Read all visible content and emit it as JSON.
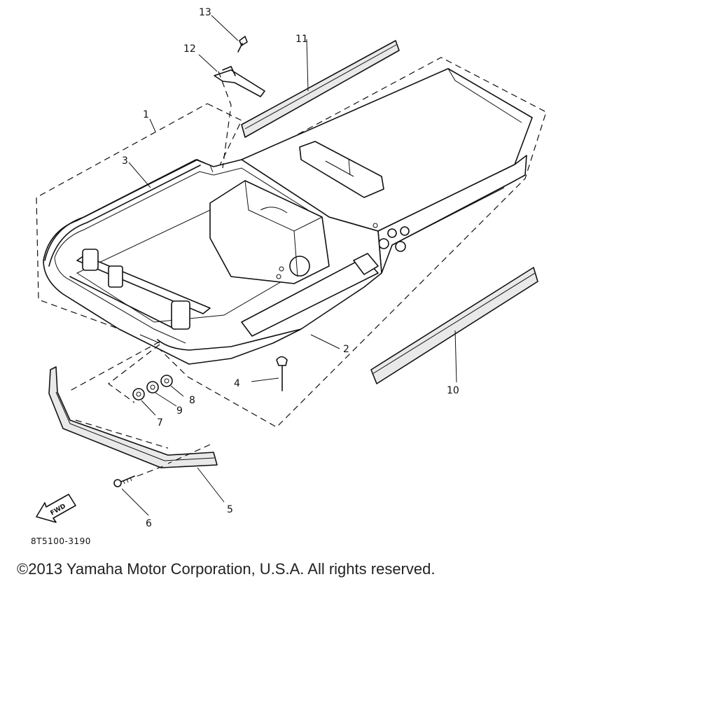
{
  "diagram": {
    "callouts": {
      "c1": "1",
      "c2": "2",
      "c3": "3",
      "c4": "4",
      "c5": "5",
      "c6": "6",
      "c7": "7",
      "c8": "8",
      "c9": "9",
      "c10": "10",
      "c11": "11",
      "c12": "12",
      "c13": "13"
    },
    "fwd_label": "FWD",
    "drawing_code": "8T5100-3190"
  },
  "footer": {
    "copyright": "©2013 Yamaha Motor Corporation, U.S.A. All rights reserved."
  }
}
